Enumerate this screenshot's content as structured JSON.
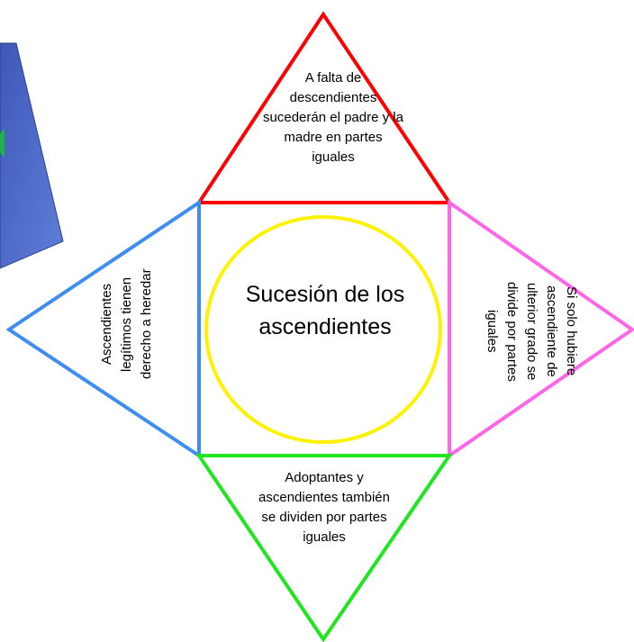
{
  "diagram": {
    "center": {
      "text": "Sucesión de los ascendientes",
      "color": "#FFF200"
    },
    "top_triangle": {
      "text": "A falta de descendientes sucederán el padre y la madre en partes iguales",
      "color": "#FF0000"
    },
    "left_triangle": {
      "text": "Ascendientes legítimos tienen derecho a heredar",
      "color": "#3D8EF0"
    },
    "right_triangle": {
      "text": "Si solo hubiere ascendiente de ulterior grado se divide por partes iguales",
      "color": "#FF66E8"
    },
    "bottom_triangle": {
      "text": "Adoptantes y ascendientes también se dividen por partes iguales",
      "color": "#1FE61F"
    },
    "background_panel": {
      "color": "#4B6CC8"
    }
  }
}
